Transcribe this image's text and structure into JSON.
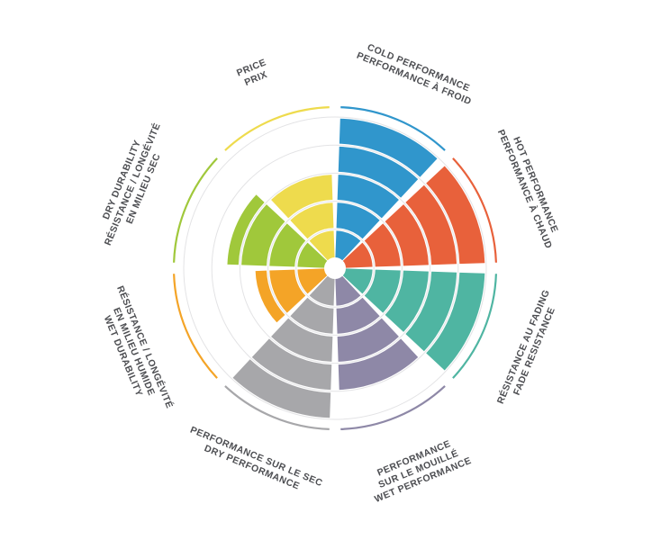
{
  "page": {
    "background": "#ffffff",
    "text_color": "#4d4e52"
  },
  "chart_data": {
    "type": "radial-sector",
    "title": "",
    "scale": {
      "min": 0,
      "max": 5,
      "rings": 5
    },
    "grid": true,
    "grid_color": "#e3e3e5",
    "start_angle_deg": 0,
    "sector_span_deg": 45,
    "sectors": [
      {
        "id": "cold-performance",
        "label_lines": [
          "COLD PERFORMANCE",
          "PERFORMANCE À FROID"
        ],
        "value": 5,
        "color": "#3096cc"
      },
      {
        "id": "hot-performance",
        "label_lines": [
          "HOT PERFORMANCE",
          "PERFORMANCE À CHAUD"
        ],
        "value": 5,
        "color": "#e8613b"
      },
      {
        "id": "fade-resistance",
        "label_lines": [
          "RÉSISTANCE AU FADING",
          "FADE RESISTANCE"
        ],
        "value": 5,
        "color": "#4fb5a2"
      },
      {
        "id": "wet-performance",
        "label_lines": [
          "PERFORMANCE",
          "SUR LE MOUILLÉ",
          "WET PERFORMANCE"
        ],
        "value": 4,
        "color": "#8e88a7"
      },
      {
        "id": "dry-performance",
        "label_lines": [
          "PERFORMANCE SUR LE SEC",
          "DRY PERFORMANCE"
        ],
        "value": 5,
        "color": "#a7a7aa"
      },
      {
        "id": "wet-durability",
        "label_lines": [
          "RÉSISTANCE / LONGÉVITÉ",
          "EN MILIEU HUMIDE",
          "WET DURABILITY"
        ],
        "value": 2.5,
        "color": "#f4a427"
      },
      {
        "id": "dry-durability",
        "label_lines": [
          "DRY DURABILITY",
          "RÉSISTANCE / LONGÉVITÉ",
          "EN MILIEU SEC"
        ],
        "value": 3.5,
        "color": "#a0c83b"
      },
      {
        "id": "price",
        "label_lines": [
          "PRICE",
          "PRIX"
        ],
        "value": 3,
        "color": "#eedb4d"
      }
    ]
  }
}
